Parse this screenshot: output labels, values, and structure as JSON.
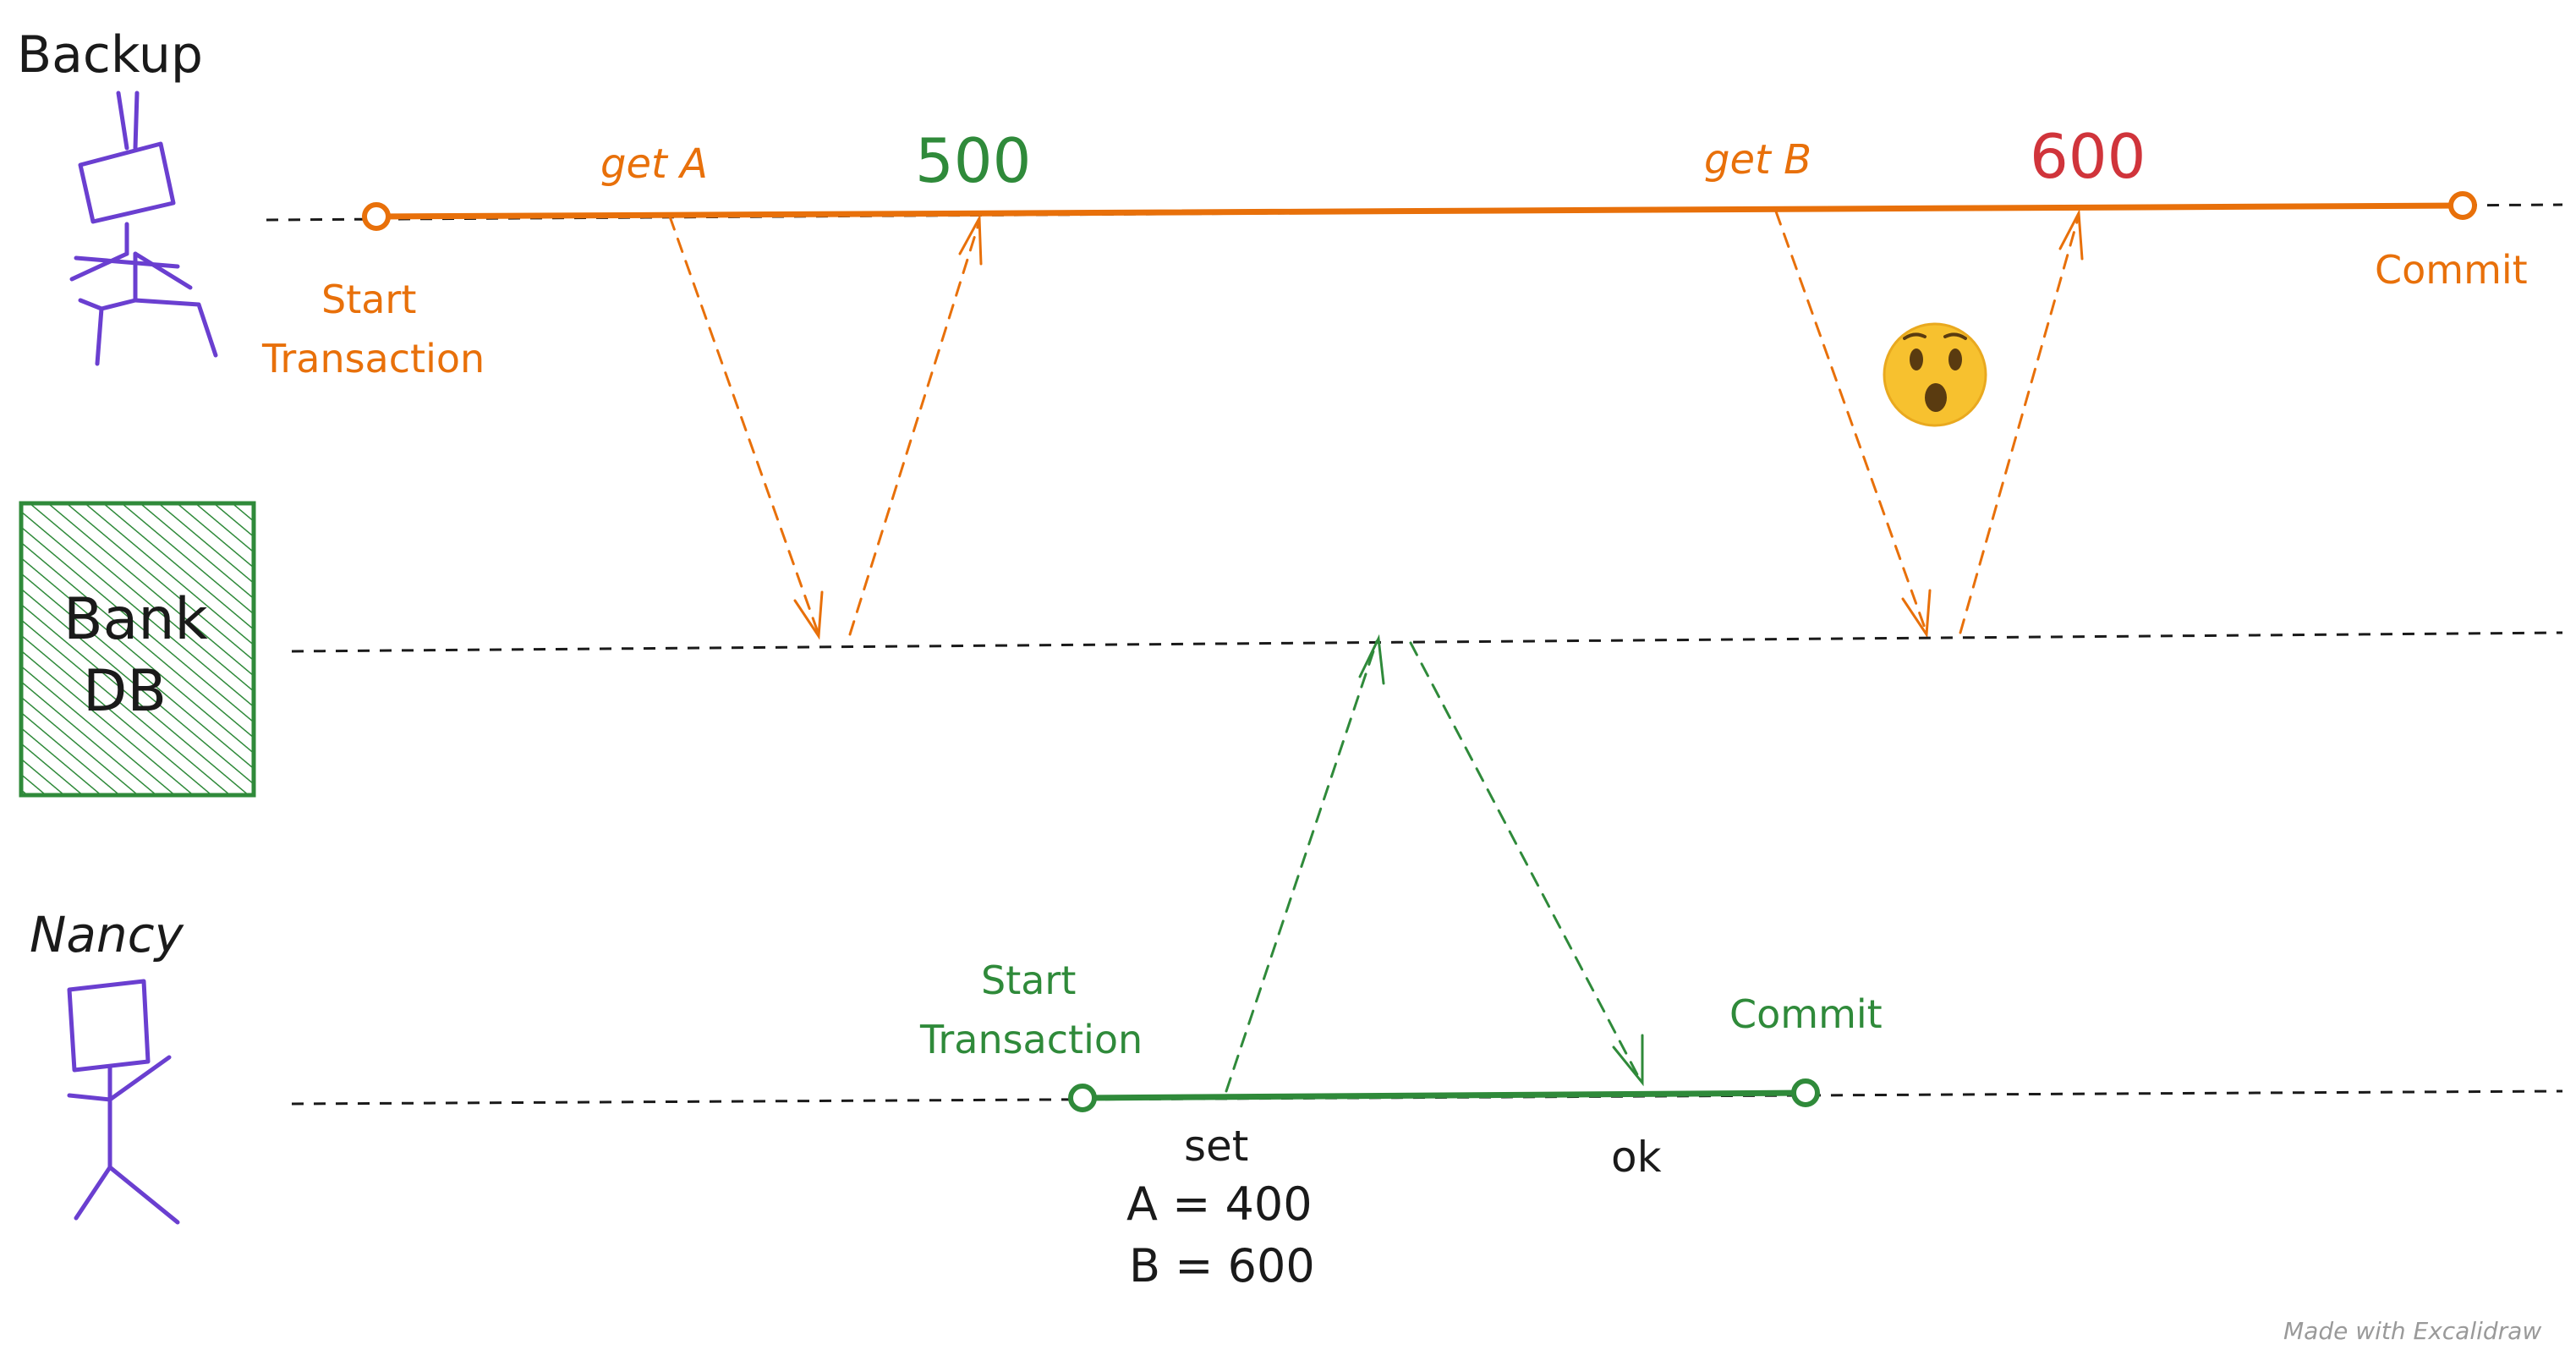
{
  "actors": {
    "backup": {
      "name": "Backup"
    },
    "bank": {
      "name_line1": "Bank",
      "name_line2": "DB"
    },
    "nancy": {
      "name": "Nancy"
    }
  },
  "backup_timeline": {
    "start_line1": "Start",
    "start_line2": "Transaction",
    "get_a": "get A",
    "value_a": "500",
    "get_b": "get B",
    "value_b": "600",
    "commit": "Commit",
    "emoji": "😮"
  },
  "nancy_timeline": {
    "start_line1": "Start",
    "start_line2": "Transaction",
    "commit": "Commit",
    "set_line1": "set",
    "set_line2": "A = 400",
    "set_line3": "B = 600",
    "ok": "ok"
  },
  "footer": {
    "credit": "Made with Excalidraw"
  },
  "colors": {
    "orange": "#e8700a",
    "green": "#2f8a3a",
    "purple": "#6a3fd0",
    "red": "#d0343b",
    "black": "#1a1a1a"
  }
}
